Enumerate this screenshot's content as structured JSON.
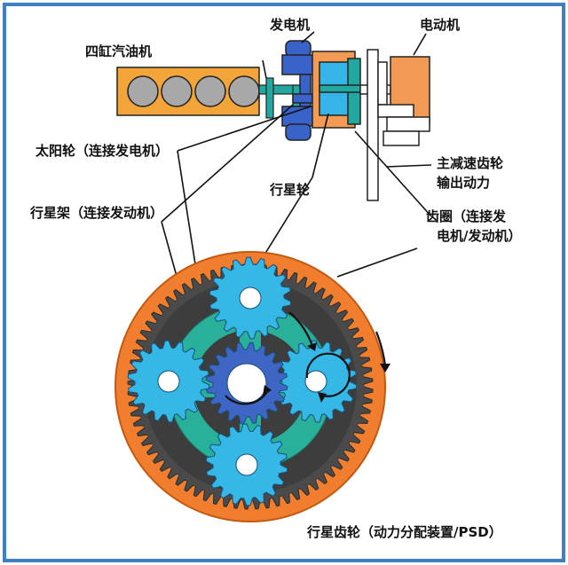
{
  "labels": {
    "engine": "四缸汽油机",
    "generator": "发电机",
    "motor": "电动机",
    "sun_gear": "太阳轮（连接发电机）",
    "planet_carrier": "行星架（连接发动机）",
    "planet_gear": "行星轮",
    "reduction_gear_line1": "主减速齿轮",
    "reduction_gear_line2": "输出动力",
    "ring_gear_line1": "齿圈（连接发",
    "ring_gear_line2": "电机/发动机）",
    "psd_caption": "行星齿轮（动力分配装置/PSD）"
  },
  "colors": {
    "frame": "#3f7fc4",
    "engine_body": "#f3a53a",
    "cylinder": "#a8a8a8",
    "shaft_teal": "#23a8a0",
    "generator_blue": "#3a63c9",
    "sun_cyan": "#36b6e8",
    "motor_orange": "#f39a55",
    "ring_orange": "#f07e2e",
    "ring_gear_dark": "#4a4a4a",
    "carrier_green": "#29b09a",
    "planet_cyan": "#35b8e6",
    "sun_blue": "#3e66c4"
  }
}
